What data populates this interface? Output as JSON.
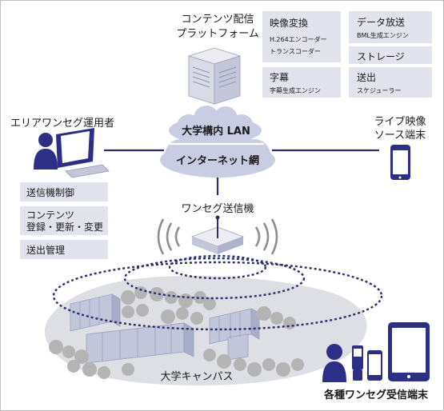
{
  "server": {
    "title_line1": "コンテンツ配信",
    "title_line2": "プラットフォーム"
  },
  "modules": [
    {
      "title": "映像変換",
      "sub1": "H.264エンコーダー",
      "sub2": "トランスコーダー"
    },
    {
      "title": "データ放送",
      "sub1": "BML生成エンジン",
      "sub2": ""
    },
    {
      "title": "ストレージ",
      "sub1": "",
      "sub2": ""
    },
    {
      "title": "字幕",
      "sub1": "字幕生成エンジン",
      "sub2": ""
    },
    {
      "title": "送出",
      "sub1": "スケジューラー",
      "sub2": ""
    }
  ],
  "operator": {
    "title": "エリアワンセグ運用者",
    "functions": [
      {
        "line1": "送信機制御",
        "line2": ""
      },
      {
        "line1": "コンテンツ",
        "line2": "登録・更新・変更"
      },
      {
        "line1": "送出管理",
        "line2": ""
      }
    ]
  },
  "networks": {
    "campus_lan": "大学構内 LAN",
    "internet": "インターネット網"
  },
  "source_terminal": {
    "line1": "ライブ映像",
    "line2": "ソース端末"
  },
  "transmitter": {
    "label": "ワンセグ送信機"
  },
  "campus": {
    "label": "大学キャンパス"
  },
  "receivers": {
    "label": "各種ワンセグ受信端末"
  },
  "colors": {
    "cloud": "#c9cde3",
    "box": "#e2e3ec",
    "line": "#2b2d6e",
    "person": "#2d2f86",
    "building": "#c3c7da",
    "ground": "#dcdce2",
    "tree": "#b3b3b3"
  }
}
